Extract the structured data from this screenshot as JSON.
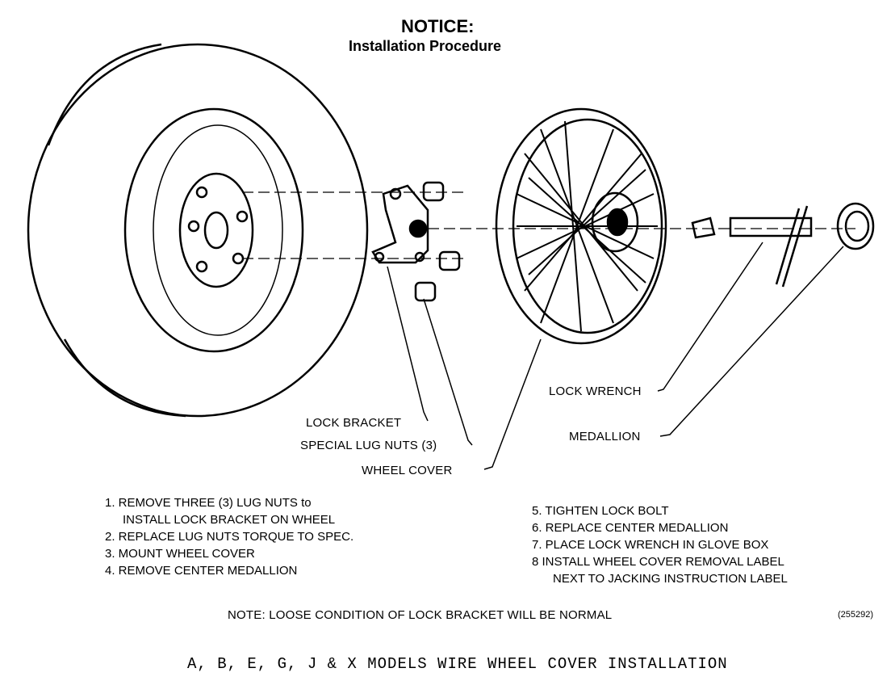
{
  "header": {
    "title": "NOTICE:",
    "subtitle": "Installation Procedure"
  },
  "callouts": {
    "lock_bracket": "LOCK BRACKET",
    "special_lug_nuts": "SPECIAL LUG NUTS (3)",
    "wheel_cover": "WHEEL COVER",
    "lock_wrench": "LOCK WRENCH",
    "medallion": "MEDALLION"
  },
  "steps_left": [
    "1. REMOVE THREE (3) LUG NUTS to",
    "INSTALL LOCK BRACKET ON WHEEL",
    "2. REPLACE LUG NUTS TORQUE TO SPEC.",
    "3. MOUNT WHEEL COVER",
    "4. REMOVE CENTER MEDALLION"
  ],
  "steps_right": [
    "5. TIGHTEN LOCK BOLT",
    "6. REPLACE CENTER MEDALLION",
    "7. PLACE LOCK WRENCH IN GLOVE BOX",
    "8 INSTALL WHEEL COVER REMOVAL LABEL",
    "NEXT TO JACKING INSTRUCTION LABEL"
  ],
  "note": "NOTE: LOOSE CONDITION OF LOCK BRACKET WILL BE NORMAL",
  "figure_number": "(255292)",
  "caption": "A, B, E, G, J & X MODELS WIRE WHEEL COVER INSTALLATION"
}
